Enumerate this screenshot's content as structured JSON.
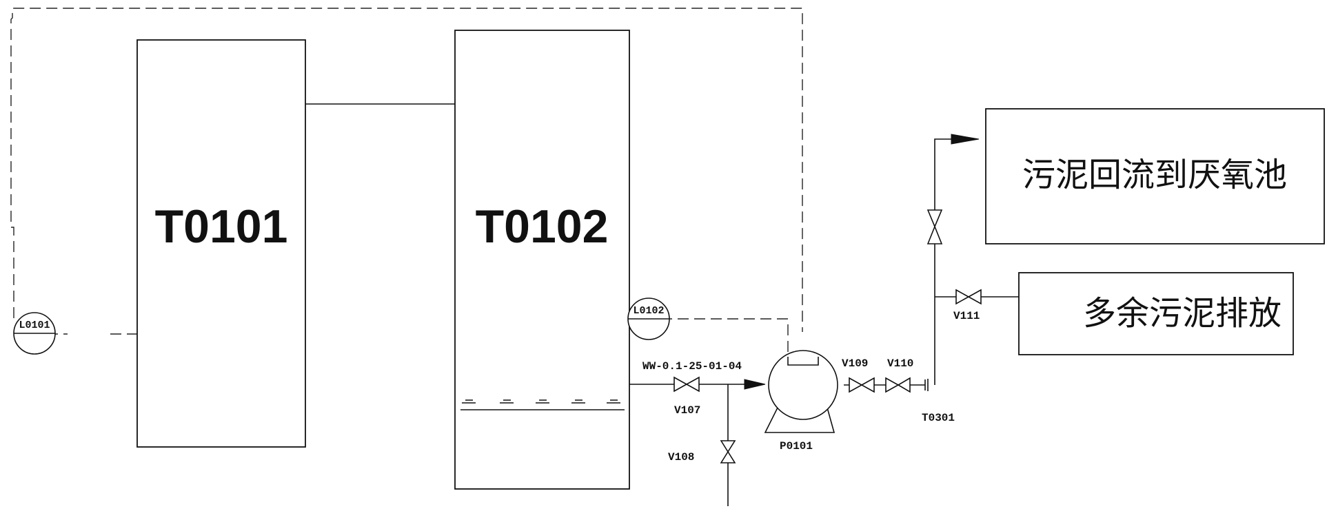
{
  "tanks": [
    {
      "id": "tank-t0101",
      "label": "T0101"
    },
    {
      "id": "tank-t0102",
      "label": "T0102"
    }
  ],
  "instruments": [
    {
      "id": "level-instrument-l0101",
      "label": "L0101"
    },
    {
      "id": "level-instrument-l0102",
      "label": "L0102"
    }
  ],
  "pipeline": {
    "line_number": "WW-0.1-25-01-04"
  },
  "valves": {
    "v107": "V107",
    "v108": "V108",
    "v109": "V109",
    "v110": "V110",
    "v111": "V111"
  },
  "pump": {
    "label": "P0101"
  },
  "tee": {
    "label": "T0301"
  },
  "destinations": {
    "return_to_anaerobic": "污泥回流到厌氧池",
    "excess_discharge": "多余污泥排放"
  }
}
